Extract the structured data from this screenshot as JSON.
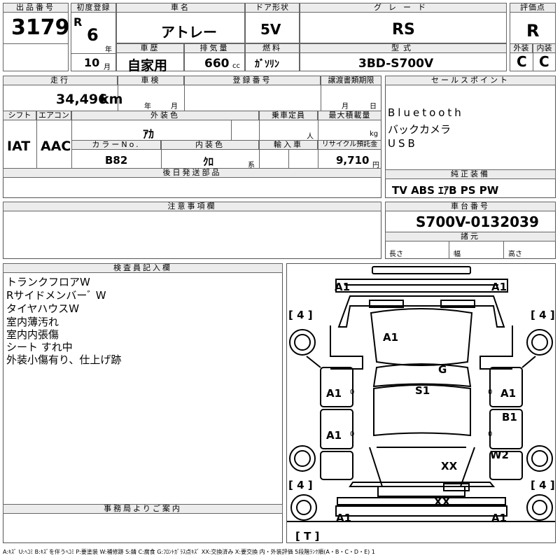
{
  "header": {
    "lot_label": "出品番号",
    "lot_value": "3179",
    "first_reg_label": "初度登録",
    "era_letter": "R",
    "era_year": "6",
    "year_unit": "年",
    "month_value": "10",
    "month_unit": "月",
    "car_name_label": "車名",
    "car_name": "アトレー",
    "door_label": "ドア形状",
    "door_value": "5V",
    "grade_label": "グレード",
    "grade_value": "RS",
    "score_label": "評価点",
    "score_value": "R",
    "history_label": "車歴",
    "history_value": "自家用",
    "displacement_label": "排気量",
    "displacement_value": "660",
    "displacement_unit": "cc",
    "fuel_label": "燃料",
    "fuel_value": "ｶﾞｿﾘﾝ",
    "model_label": "型式",
    "model_value": "3BD-S700V",
    "exterior_label": "外装",
    "exterior_value": "C",
    "interior_label": "内装",
    "interior_value": "C"
  },
  "row2": {
    "mileage_label": "走行",
    "mileage_value": "34,496",
    "mileage_unit": "km",
    "inspection_label": "車検",
    "inspection_year_unit": "年",
    "inspection_month_unit": "月",
    "regno_label": "登録番号",
    "transfer_label": "譲渡書類期限",
    "transfer_month_unit": "月",
    "transfer_day_unit": "日",
    "shift_label": "シフト",
    "shift_value": "IAT",
    "aircon_label": "エアコン",
    "aircon_value": "AAC",
    "ext_color_label": "外装色",
    "ext_color_value": "ｱｶ",
    "capacity_label": "乗車定員",
    "capacity_unit": "人",
    "load_label": "最大積載量",
    "load_unit": "kg",
    "color_no_label": "カラーNo.",
    "color_no_value": "B82",
    "int_color_label": "内装色",
    "int_color_value": "ｸﾛ",
    "int_color_unit": "系",
    "import_label": "輸入車",
    "recycle_label": "リサイクル預託金",
    "recycle_value": "9,710",
    "recycle_unit": "円",
    "later_parts_label": "後日発送部品"
  },
  "sales": {
    "label": "セールスポイント",
    "lines": [
      "Bluetooth",
      "バックカメラ",
      "USB"
    ]
  },
  "genuine": {
    "label": "純正装備",
    "value": "TV  ABS  ｴｱB  PS  PW"
  },
  "notes": {
    "label": "注意事項欄"
  },
  "chassis": {
    "label": "車台番号",
    "value": "S700V-0132039",
    "dims_label": "諸元",
    "length_label": "長さ",
    "width_label": "幅",
    "height_label": "高さ"
  },
  "inspector": {
    "label": "検査員記入欄",
    "lines": [
      "トランクフロアW",
      "Rサイドメンバーﾞ W",
      "タイヤハウスW",
      "室内薄汚れ",
      "室内内張傷",
      "シート すれ中",
      "外装小傷有り、仕上げ跡"
    ]
  },
  "office": {
    "label": "事務局よりご案内"
  },
  "diagram": {
    "marks": {
      "front_left": "A1",
      "front_right": "A1",
      "bonnet": "A1",
      "windshield": "G",
      "roof": "S1",
      "left_front_door": "A1",
      "right_front_door": "A1",
      "left_rear_door": "A1",
      "right_rear_door": "B1",
      "right_rear": "W2",
      "rear_glass": "XX",
      "rear_bumper": "XX",
      "rear_left": "A1",
      "rear_right": "A1",
      "tire_fl": "[ 4 ]",
      "tire_fr": "[ 4 ]",
      "tire_rl": "[ 4 ]",
      "tire_rr": "[ 4 ]",
      "spare": "[ T ]",
      "door_l1": "0",
      "door_l2": "0",
      "door_r1": "0",
      "door_r2": "0"
    }
  },
  "footer": {
    "legend": "A:ｷｽﾞ  U:ﾍｺﾐ  B:ｷｽﾞを伴うﾍｺﾐ  P:要塗装  W:補修跡  S:錆  C:腐食  G:ﾌﾛﾝﾄｶﾞﾗｽ点ｷｽﾞ  XX:交換済み  X:要交換   内・外装評価  5段階ﾗﾝｸ順(A・B・C・D・E)  1"
  }
}
